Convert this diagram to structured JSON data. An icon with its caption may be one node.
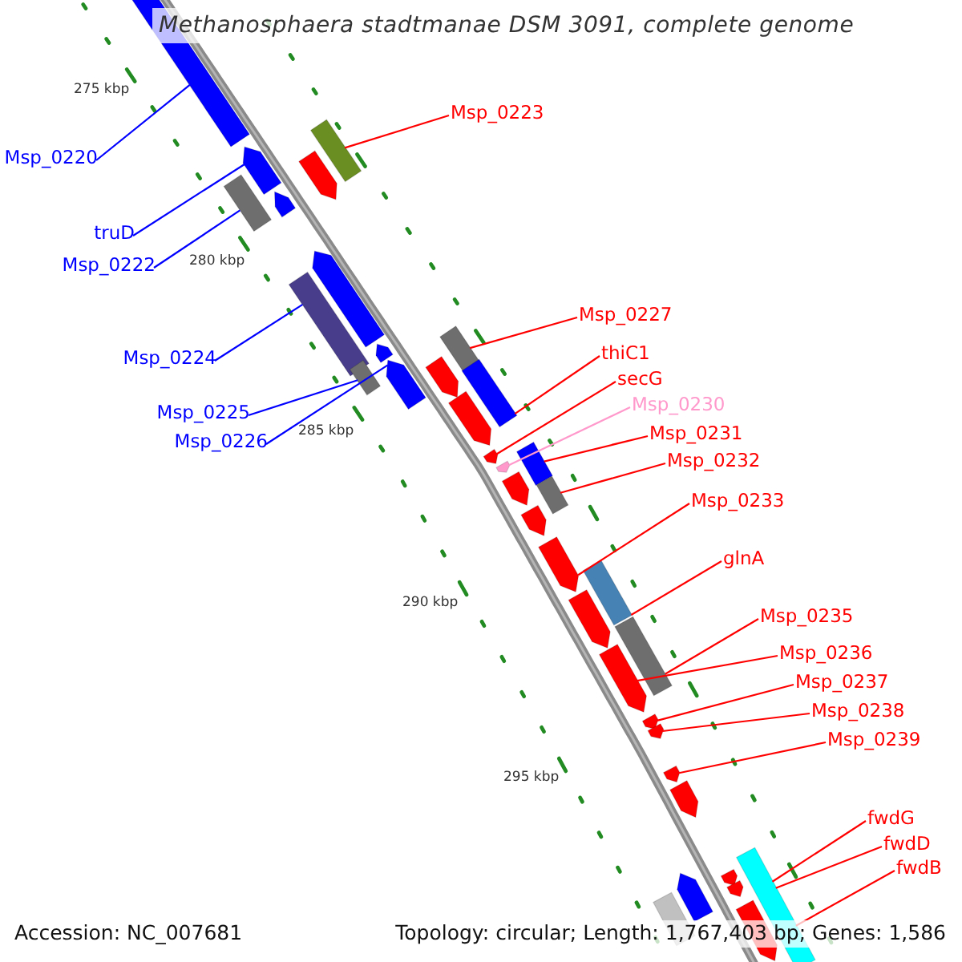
{
  "diagram": {
    "title": "Methanosphaera stadtmanae DSM 3091, complete genome",
    "nodes": [
      {
        "text": [
          "Msp_0220"
        ]
      },
      {
        "text": [
          "truD"
        ]
      },
      {
        "text": [
          "Msp_0222"
        ]
      },
      {
        "text": [
          "Msp_0224"
        ]
      },
      {
        "text": [
          "Msp_0225"
        ]
      },
      {
        "text": [
          "Msp_0226"
        ]
      },
      {
        "text": [
          "Msp_0223"
        ]
      },
      {
        "text": [
          "Msp_0227"
        ]
      },
      {
        "text": [
          "thiC1"
        ]
      },
      {
        "text": [
          "secG"
        ]
      },
      {
        "text": [
          "Msp_0230"
        ]
      },
      {
        "text": [
          "Msp_0231"
        ]
      },
      {
        "text": [
          "Msp_0232"
        ]
      },
      {
        "text": [
          "Msp_0233"
        ]
      },
      {
        "text": [
          "glnA"
        ]
      },
      {
        "text": [
          "Msp_0235"
        ]
      },
      {
        "text": [
          "Msp_0236"
        ]
      },
      {
        "text": [
          "Msp_0237"
        ]
      },
      {
        "text": [
          "Msp_0238"
        ]
      },
      {
        "text": [
          "Msp_0239"
        ]
      },
      {
        "text": [
          "fwdG"
        ]
      },
      {
        "text": [
          "fwdD"
        ]
      },
      {
        "text": [
          "fwdB"
        ]
      },
      {
        "text": [],
        "shape": "arrow"
      },
      {
        "text": [],
        "shape": "arrow"
      },
      {
        "text": [],
        "shape": "arrow"
      },
      {
        "text": [],
        "shape": "bar"
      },
      {
        "text": [],
        "shape": "arrow"
      },
      {
        "text": [],
        "shape": "arrow"
      },
      {
        "text": [],
        "shape": "arrow"
      },
      {
        "text": [],
        "shape": "bar"
      },
      {
        "text": [],
        "shape": "bar"
      },
      {
        "text": [],
        "shape": "arrow"
      },
      {
        "text": [],
        "shape": "bar"
      },
      {
        "text": [],
        "shape": "arrow"
      },
      {
        "text": [],
        "shape": "bar"
      },
      {
        "text": [],
        "shape": "arrow"
      },
      {
        "text": [],
        "shape": "bar"
      },
      {
        "text": [],
        "shape": "bar"
      },
      {
        "text": [],
        "shape": "arrow"
      },
      {
        "text": [],
        "shape": "arrow"
      },
      {
        "text": [],
        "shape": "arrow"
      },
      {
        "text": [],
        "shape": "bar"
      },
      {
        "text": [],
        "shape": "arrow"
      },
      {
        "text": [],
        "shape": "bar"
      },
      {
        "text": [],
        "shape": "arrow"
      },
      {
        "text": [],
        "shape": "arrow"
      },
      {
        "text": [],
        "shape": "bar"
      },
      {
        "text": [],
        "shape": "arrow"
      },
      {
        "text": [],
        "shape": "bar"
      },
      {
        "text": [],
        "shape": "arrow"
      },
      {
        "text": [],
        "shape": "arrow"
      },
      {
        "text": [],
        "shape": "arrow"
      },
      {
        "text": [],
        "shape": "arrow"
      },
      {
        "text": [],
        "shape": "arrow"
      },
      {
        "text": [],
        "shape": "bar"
      },
      {
        "text": [],
        "shape": "arrow"
      },
      {
        "text": [],
        "shape": "arrow"
      },
      {
        "text": [],
        "shape": "arrow"
      }
    ],
    "edges": [
      {
        "from": 0,
        "to": 23,
        "arrow": "none",
        "color": "#0000ff"
      },
      {
        "from": 1,
        "to": 24,
        "arrow": "none",
        "color": "#0000ff"
      },
      {
        "from": 2,
        "to": 26,
        "arrow": "none",
        "color": "#0000ff"
      },
      {
        "from": 3,
        "to": 30,
        "arrow": "none",
        "color": "#0000ff"
      },
      {
        "from": 4,
        "to": 31,
        "arrow": "none",
        "color": "#0000ff"
      },
      {
        "from": 5,
        "to": 29,
        "arrow": "none",
        "color": "#0000ff"
      },
      {
        "from": 6,
        "to": 35,
        "arrow": "none"
      },
      {
        "from": 7,
        "to": 37,
        "arrow": "none"
      },
      {
        "from": 8,
        "to": 38,
        "arrow": "none"
      },
      {
        "from": 9,
        "to": 40,
        "arrow": "none"
      },
      {
        "from": 10,
        "to": 41,
        "arrow": "none",
        "color": "#ff99cc"
      },
      {
        "from": 11,
        "to": 42,
        "arrow": "none"
      },
      {
        "from": 12,
        "to": 44,
        "arrow": "none"
      },
      {
        "from": 13,
        "to": 46,
        "arrow": "none"
      },
      {
        "from": 14,
        "to": 47,
        "arrow": "none"
      },
      {
        "from": 15,
        "to": 49,
        "arrow": "none"
      },
      {
        "from": 16,
        "to": 50,
        "arrow": "none"
      },
      {
        "from": 17,
        "to": 51,
        "arrow": "none"
      },
      {
        "from": 18,
        "to": 52,
        "arrow": "none"
      },
      {
        "from": 19,
        "to": 53,
        "arrow": "none"
      },
      {
        "from": 20,
        "to": 55,
        "arrow": "none"
      },
      {
        "from": 21,
        "to": 55,
        "arrow": "none"
      },
      {
        "from": 22,
        "to": 55,
        "arrow": "none"
      }
    ],
    "labels": [
      "275 kbp",
      "280 kbp",
      "285 kbp",
      "290 kbp",
      "295 kbp",
      "Accession: NC_007681",
      "Topology: circular; Length: 1,767,403 bp; Genes: 1,586"
    ]
  }
}
